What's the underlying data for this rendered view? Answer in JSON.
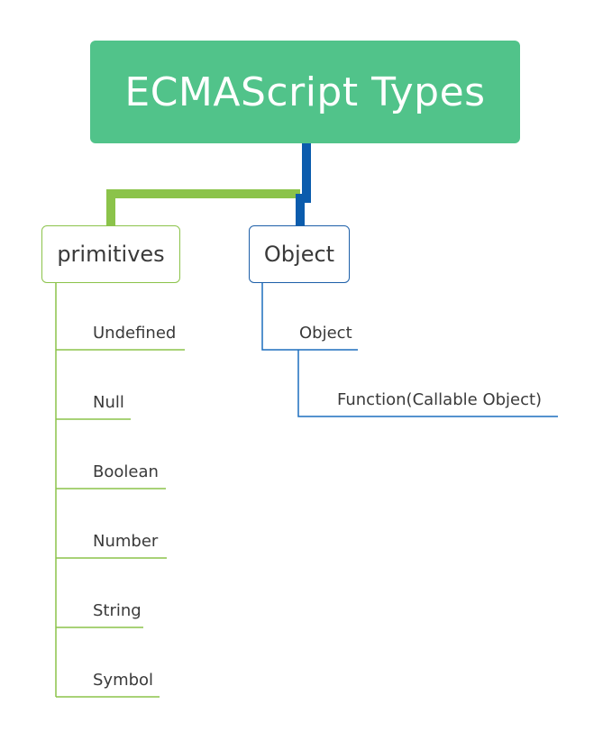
{
  "diagram": {
    "root": {
      "label": "ECMAScript Types",
      "color": "#51c38a",
      "text_color": "#ffffff"
    },
    "branches": [
      {
        "id": "primitives",
        "label": "primitives",
        "color": "#8bc34a",
        "children": [
          "Undefined",
          "Null",
          "Boolean",
          "Number",
          "String",
          "Symbol"
        ]
      },
      {
        "id": "object",
        "label": "Object",
        "color": "#1d5fa8",
        "children": [
          {
            "label": "Object",
            "children": [
              "Function(Callable Object)"
            ]
          }
        ]
      }
    ],
    "connector_colors": {
      "primitives": "#8bc34a",
      "object": "#0b5cad"
    }
  }
}
